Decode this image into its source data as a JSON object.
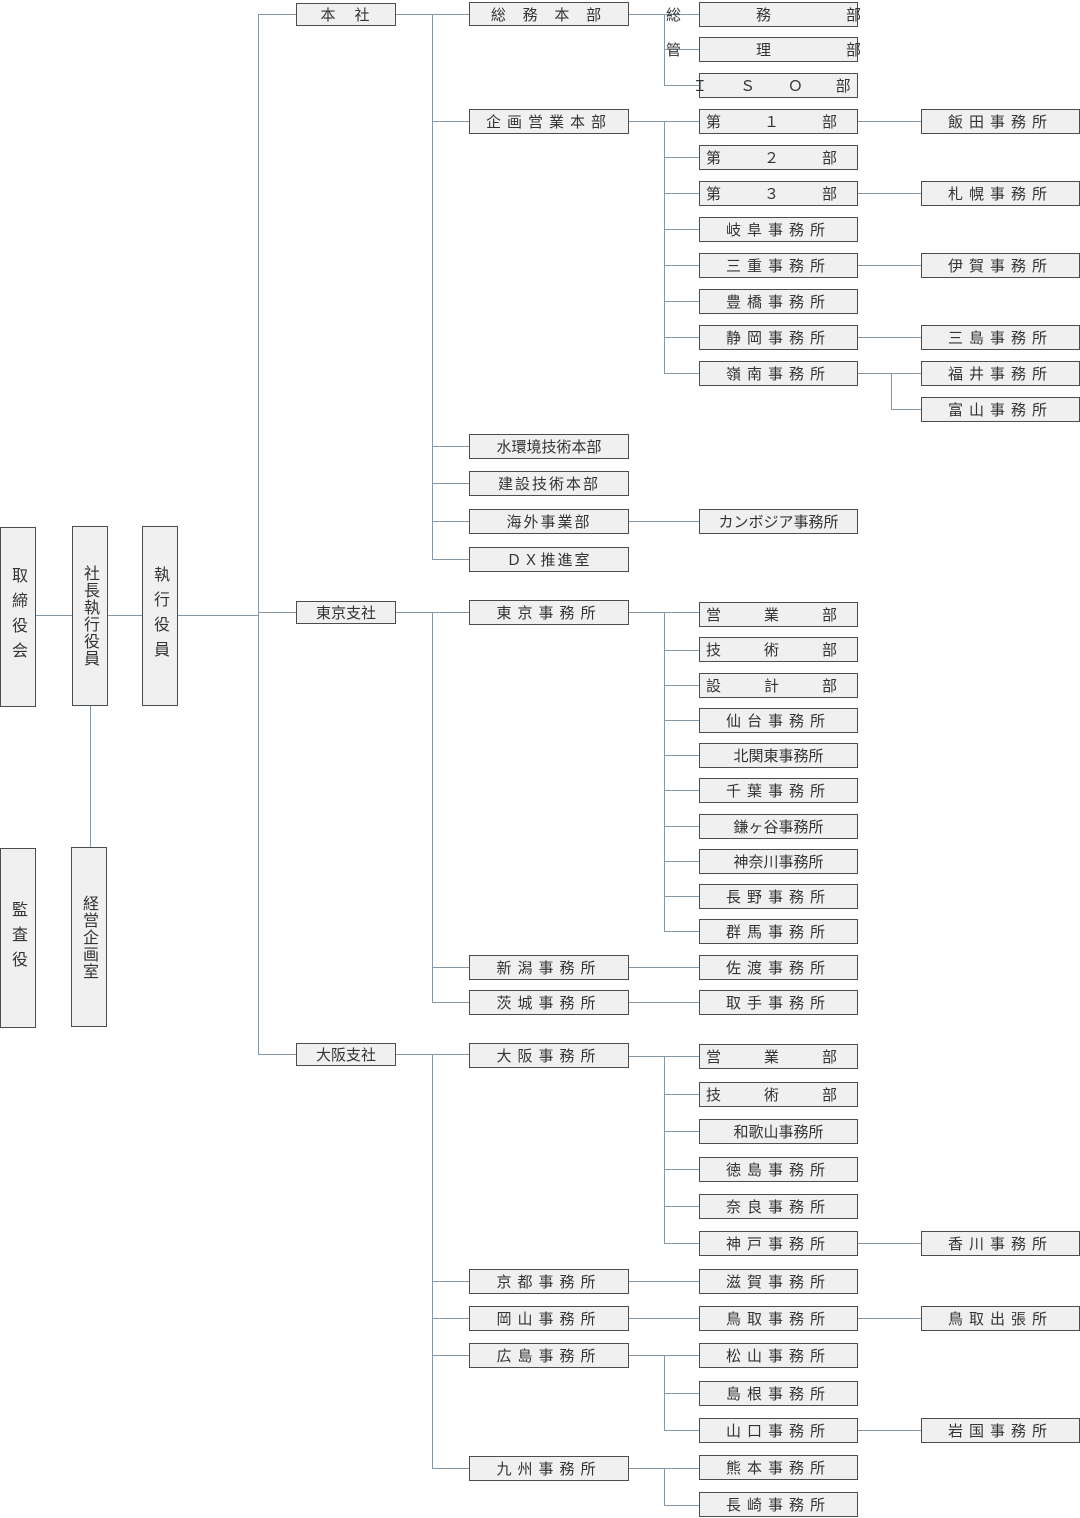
{
  "colors": {
    "line": "#8497a6",
    "box_fill": "#f0f0f0",
    "box_border": "#4d4d4d",
    "text": "#333333"
  },
  "left": {
    "board": "取締役会",
    "president": "社長執行役員",
    "officers": "執行役員",
    "auditor": "監査役",
    "planning": "経営企画室"
  },
  "honsha": {
    "label": "本　社",
    "somu_hq": "総 務 本 部",
    "somu_children": [
      "総　務　部",
      "管　理　部",
      "Ｉ Ｓ Ｏ 部"
    ],
    "kikaku_hq": "企画営業本部",
    "kikaku_children": [
      "第　１　部",
      "第　２　部",
      "第　３　部",
      "岐阜事務所",
      "三重事務所",
      "豊橋事務所",
      "静岡事務所",
      "嶺南事務所"
    ],
    "kikaku_grandchildren": {
      "dai1": "飯田事務所",
      "dai3": "札幌事務所",
      "mie": "伊賀事務所",
      "shizuoka": "三島事務所",
      "reinan_1": "福井事務所",
      "reinan_2": "富山事務所"
    },
    "mizu": "水環境技術本部",
    "kensetsu": "建設技術本部",
    "kaigai": "海外事業部",
    "kaigai_child": "カンボジア事務所",
    "dx": "ＤＸ推進室"
  },
  "tokyo": {
    "label": "東京支社",
    "office": "東京事務所",
    "office_children": [
      "営　業　部",
      "技　術　部",
      "設　計　部",
      "仙台事務所",
      "北関東事務所",
      "千葉事務所",
      "鎌ヶ谷事務所",
      "神奈川事務所",
      "長野事務所",
      "群馬事務所"
    ],
    "niigata": "新潟事務所",
    "niigata_child": "佐渡事務所",
    "ibaraki": "茨城事務所",
    "ibaraki_child": "取手事務所"
  },
  "osaka": {
    "label": "大阪支社",
    "office": "大阪事務所",
    "office_children": [
      "営　業　部",
      "技　術　部",
      "和歌山事務所",
      "徳島事務所",
      "奈良事務所",
      "神戸事務所"
    ],
    "kobe_child": "香川事務所",
    "kyoto": "京都事務所",
    "kyoto_child": "滋賀事務所",
    "okayama": "岡山事務所",
    "okayama_child": "鳥取事務所",
    "tottori_child": "鳥取出張所",
    "hiroshima": "広島事務所",
    "hiroshima_children": [
      "松山事務所",
      "島根事務所",
      "山口事務所"
    ],
    "yamaguchi_child": "岩国事務所",
    "kyushu": "九州事務所",
    "kyushu_children": [
      "熊本事務所",
      "長崎事務所"
    ]
  }
}
